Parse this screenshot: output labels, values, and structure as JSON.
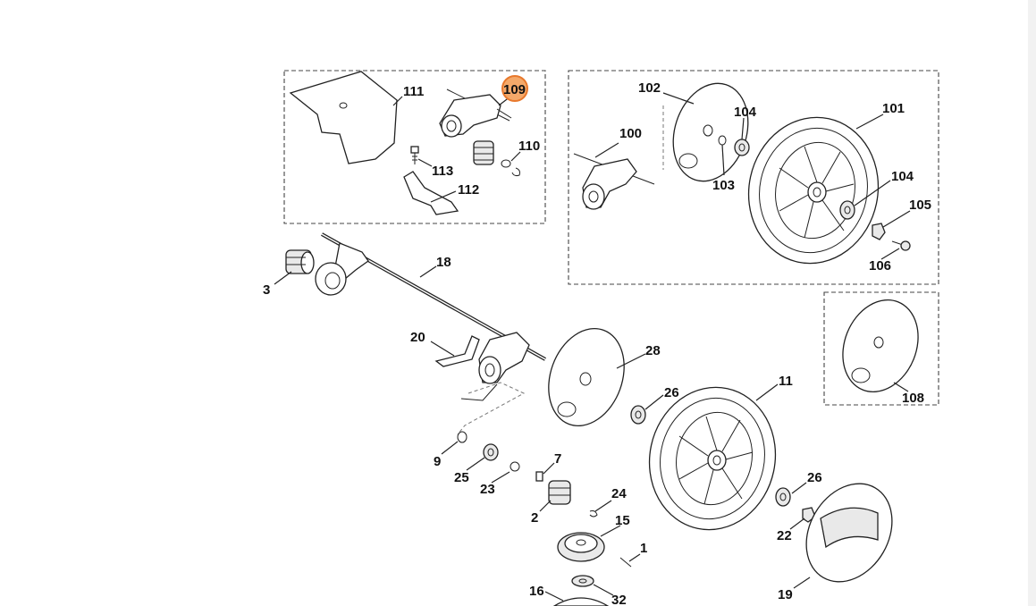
{
  "diagram": {
    "highlight_color": "#f4a96a",
    "highlight_stroke": "#e8782c",
    "groups": {
      "top_left": [
        "111",
        "109",
        "110",
        "113",
        "112"
      ],
      "top_right": [
        "102",
        "100",
        "104",
        "101",
        "103",
        "104",
        "105",
        "106"
      ],
      "right_small": [
        "108"
      ]
    },
    "selected_part": "109",
    "labels": {
      "p111": "111",
      "p109": "109",
      "p110": "110",
      "p113": "113",
      "p112": "112",
      "p102": "102",
      "p100": "100",
      "p104a": "104",
      "p101": "101",
      "p103": "103",
      "p104b": "104",
      "p105": "105",
      "p106": "106",
      "p108": "108",
      "p18": "18",
      "p3": "3",
      "p20": "20",
      "p28": "28",
      "p26a": "26",
      "p11": "11",
      "p9": "9",
      "p25": "25",
      "p23": "23",
      "p7": "7",
      "p24": "24",
      "p2": "2",
      "p15": "15",
      "p1": "1",
      "p26b": "26",
      "p22": "22",
      "p16": "16",
      "p32": "32",
      "p19": "19"
    }
  }
}
